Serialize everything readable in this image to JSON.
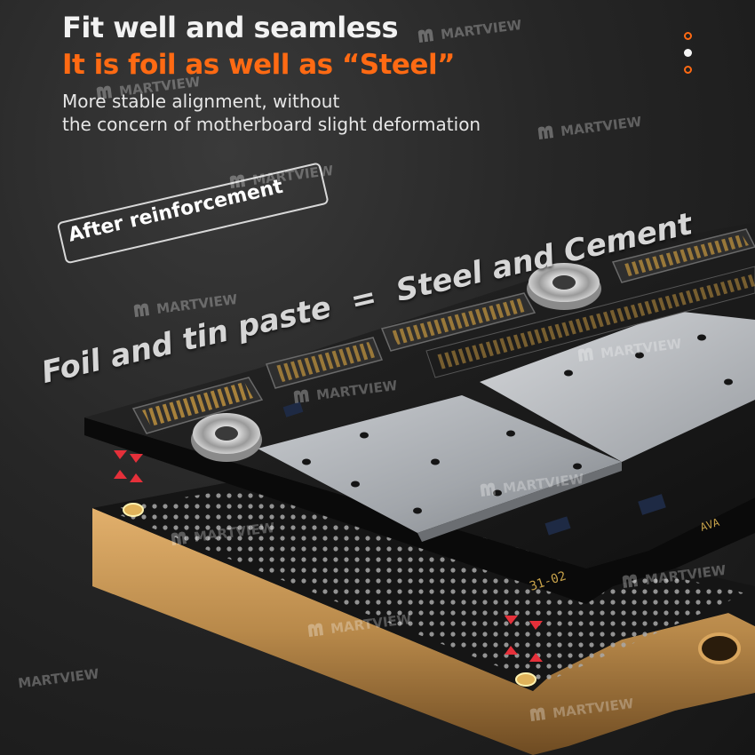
{
  "headline": {
    "line1": "Fit well and seamless",
    "line2": "It is foil as well as “Steel”",
    "desc_line1": "More stable alignment, without",
    "desc_line2": "the concern of motherboard slight deformation"
  },
  "callout": {
    "label": "After reinforcement"
  },
  "equation": {
    "left": "Foil and tin paste",
    "operator": "=",
    "right": "Steel and Cement"
  },
  "pagination": {
    "dots": 3,
    "active_index": 1
  },
  "watermark": {
    "text": "MARTVIEW"
  },
  "colors": {
    "accent": "#ff6a13",
    "title": "#f2f2f2",
    "background": "#1f1f1f",
    "gold_plate": "#b8894a",
    "steel": "#a9adb2",
    "pcb": "#141414",
    "arrow": "#e5303a"
  }
}
